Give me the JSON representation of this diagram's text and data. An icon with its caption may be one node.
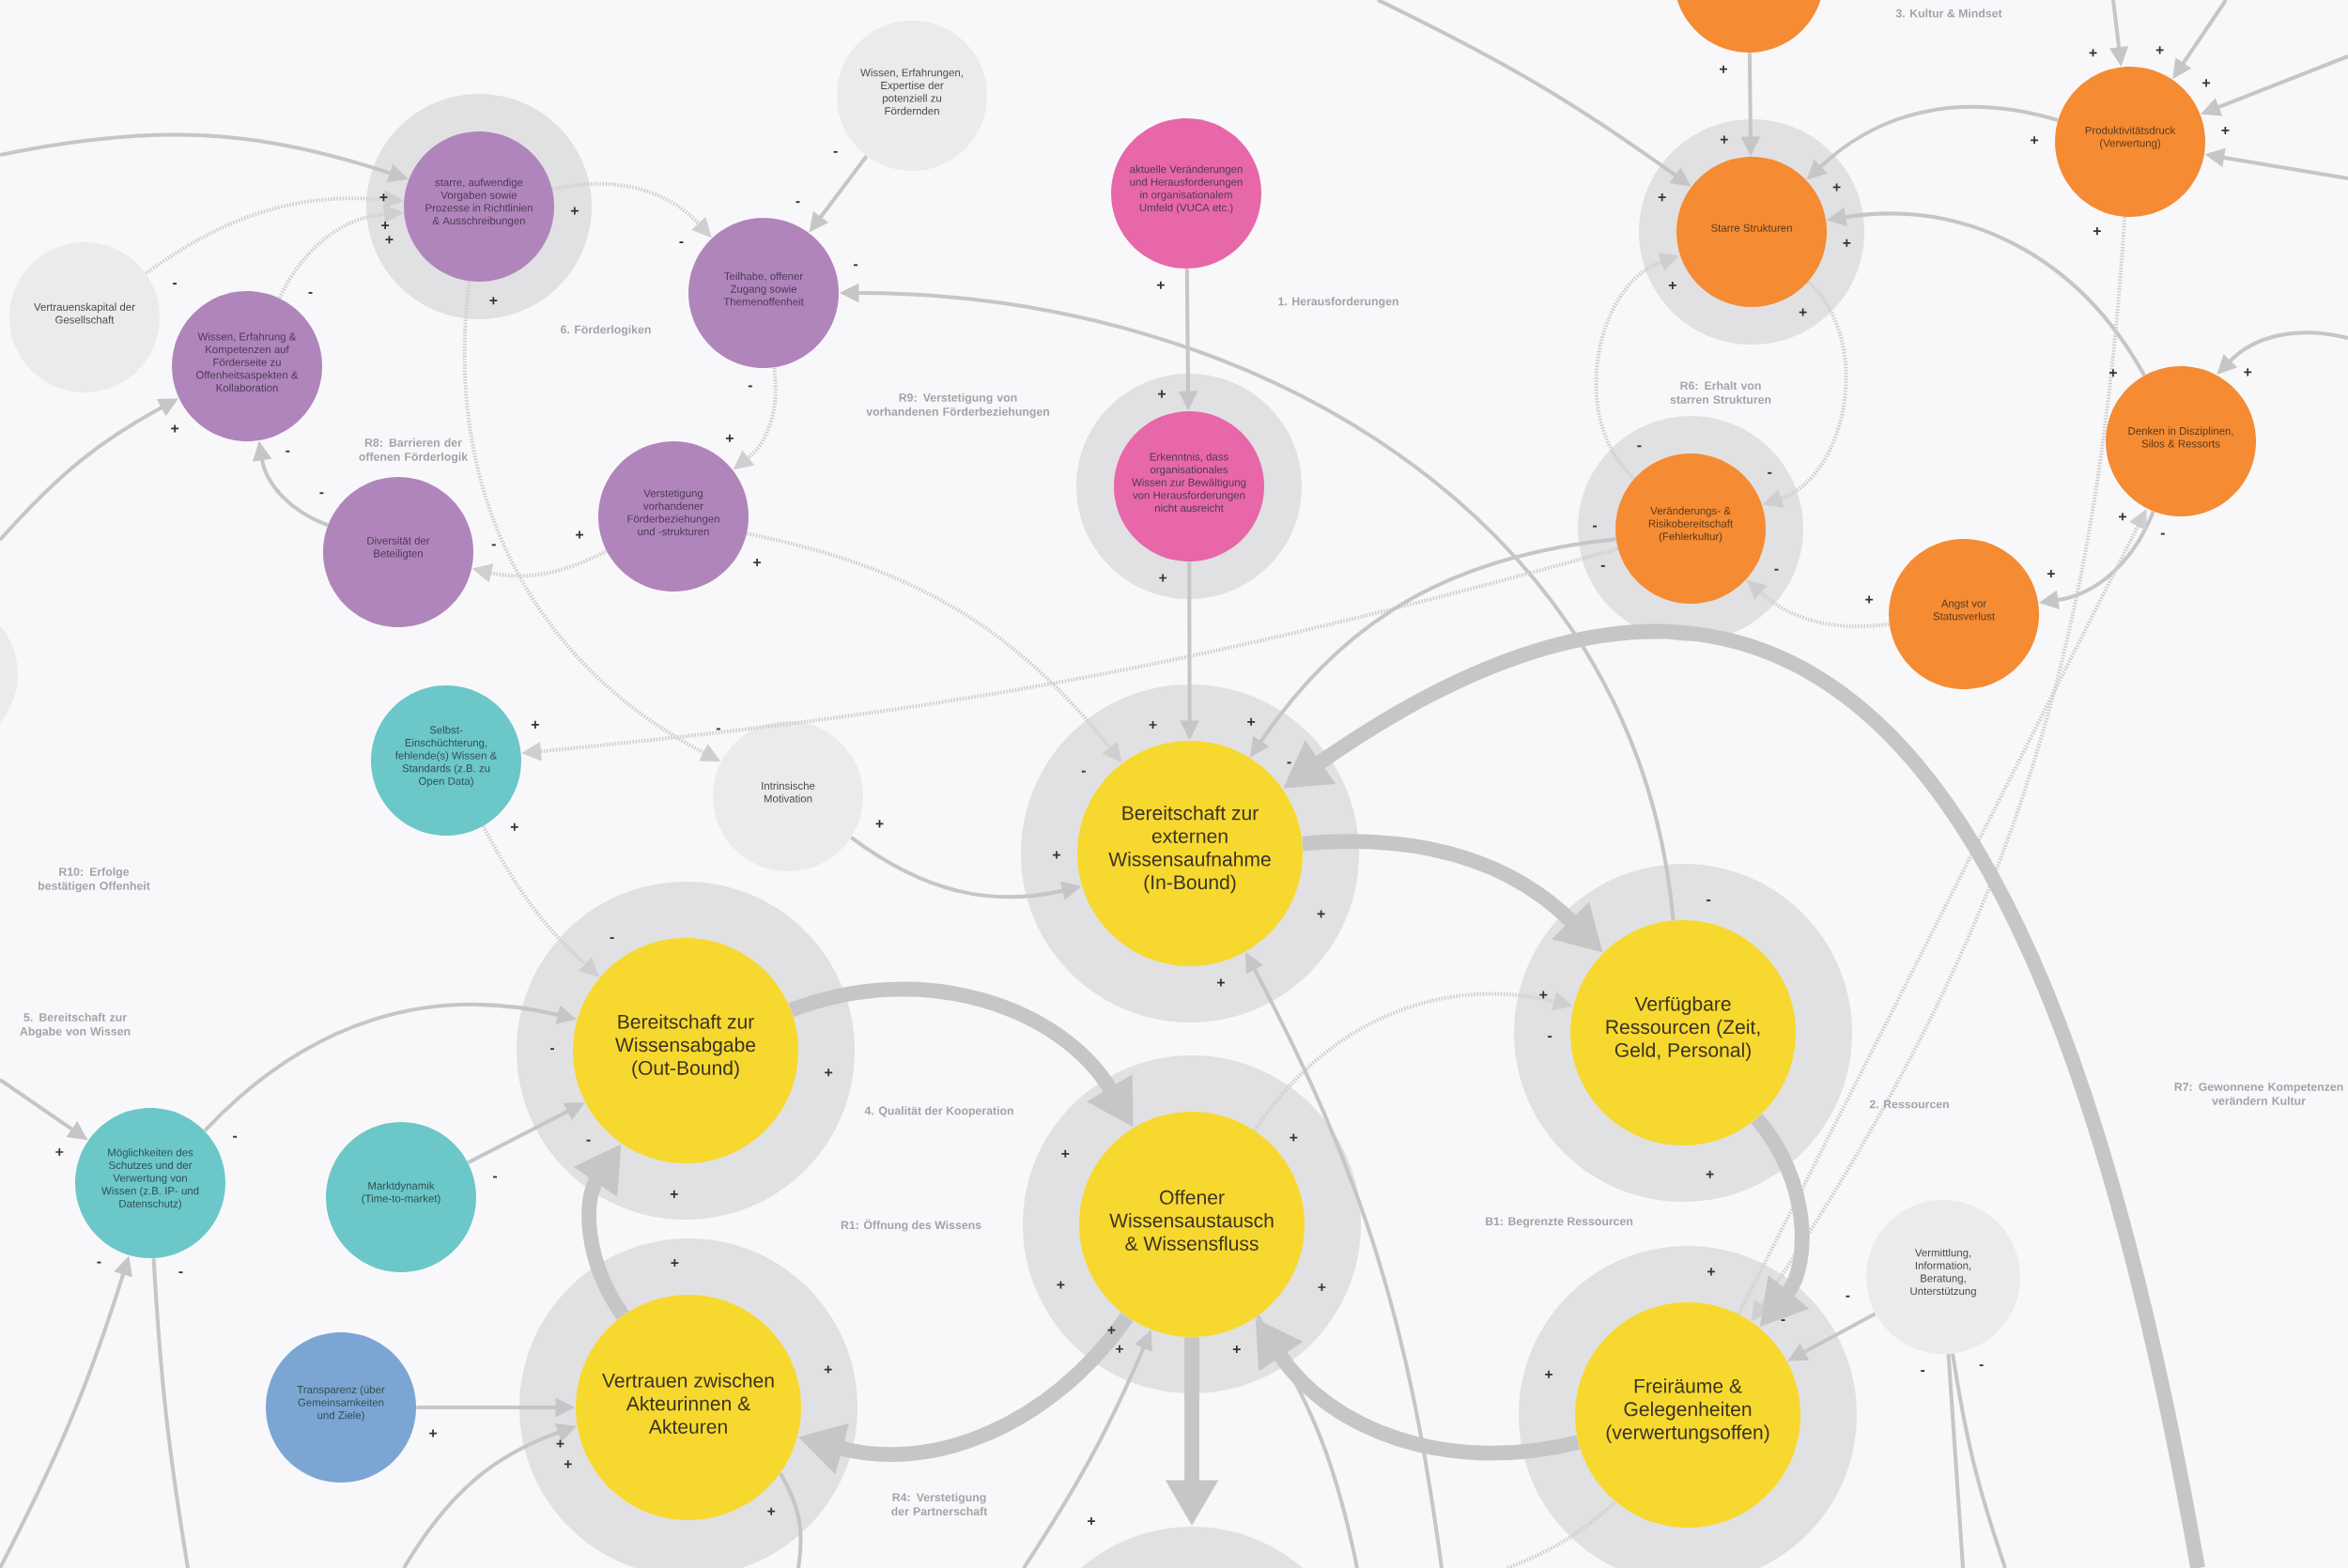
{
  "diagram": {
    "nodes": [
      {
        "text": [],
        "shape": "circle"
      },
      {
        "text": [
          "Wissen, Erfahrungen, Expertise der potenziell zu Fördernden"
        ]
      },
      {
        "text": [
          "Produktivitätsdruck (Verwertung)"
        ]
      },
      {
        "text": [
          "aktuelle Veränderungen und Herausforderungen in organisationalem Umfeld (VUCA etc.)"
        ]
      },
      {
        "text": [
          "starre, aufwendige Vorgaben sowie Prozesse in Richtlinien & Ausschreibungen"
        ]
      },
      {
        "text": [
          "Starre Strukturen"
        ]
      },
      {
        "text": [
          "Teilhabe, offener Zugang sowie Themenoffenheit"
        ]
      },
      {
        "text": [
          "Vertrauenskapital der Gesellschaft"
        ]
      },
      {
        "text": [
          "Wissen, Erfahrung & Kompetenzen auf Förderseite zu Offenheitsaspekten & Kollaboration"
        ]
      },
      {
        "text": [
          "Denken in Disziplinen, Silos & Ressorts"
        ]
      },
      {
        "text": [
          "Erkenntnis, dass organisationales Wissen zur Bewältigung von Herausforderungen nicht ausreicht"
        ]
      },
      {
        "text": [
          "Verstetigung vorhandener Förderbeziehungen und -strukturen"
        ]
      },
      {
        "text": [
          "Veränderungs- & Risikobereitschaft (Fehlerkultur)"
        ]
      },
      {
        "text": [
          "Diversität der Beteiligten"
        ]
      },
      {
        "text": [
          "Angst vor Statusverlust"
        ]
      },
      {
        "text": [
          "Selbst-Einschüchterung, fehlende(s) Wissen & Standards (z.B. zu Open Data)"
        ]
      },
      {
        "text": [
          "Intrinsische Motivation"
        ]
      },
      {
        "text": [
          "Bereitschaft zur externen Wissensaufnahme (In-Bound)"
        ]
      },
      {
        "text": [
          "Verfügbare Ressourcen (Zeit, Geld, Personal)"
        ]
      },
      {
        "text": [
          "Bereitschaft zur Wissensabgabe (Out-Bound)"
        ]
      },
      {
        "text": [
          "Möglichkeiten des Schutzes und der Verwertung von Wissen (z.B. IP- und Datenschutz)"
        ]
      },
      {
        "text": [
          "Marktdynamik (Time-to-market)"
        ]
      },
      {
        "text": [
          "Offener Wissensaustausch & Wissensfluss"
        ]
      },
      {
        "text": [
          "Vermittlung, Information, Beratung, Unterstützung"
        ]
      },
      {
        "text": [
          "Transparenz (über Gemeinsamkeiten und Ziele)"
        ]
      },
      {
        "text": [
          "Vertrauen zwischen Akteurinnen & Akteuren"
        ]
      },
      {
        "text": [
          "Freiräume & Gelegenheiten (verwertungsoffen)"
        ]
      },
      {
        "text": [],
        "shape": "circle"
      },
      {
        "text": [],
        "shape": "circle"
      }
    ],
    "edges": [
      {
        "from": null,
        "to": 4,
        "arrow": "to"
      },
      {
        "from": 7,
        "to": 4,
        "arrow": "to",
        "style": "dashed"
      },
      {
        "from": 8,
        "to": 4,
        "arrow": "to",
        "style": "dashed"
      },
      {
        "from": 4,
        "to": 6,
        "arrow": "to",
        "style": "dashed"
      },
      {
        "from": 1,
        "to": 6,
        "arrow": "to"
      },
      {
        "from": 6,
        "to": 11,
        "arrow": "to",
        "style": "dashed"
      },
      {
        "from": 11,
        "to": 13,
        "arrow": "to",
        "style": "dashed"
      },
      {
        "from": 13,
        "to": 8,
        "arrow": "to"
      },
      {
        "from": null,
        "to": 8,
        "arrow": "to"
      },
      {
        "from": 4,
        "to": 16,
        "arrow": "to",
        "style": "dashed"
      },
      {
        "from": 18,
        "to": 6,
        "arrow": "to"
      },
      {
        "from": 3,
        "to": 10,
        "arrow": "to"
      },
      {
        "from": 10,
        "to": 17,
        "arrow": "to"
      },
      {
        "from": 11,
        "to": 17,
        "arrow": "to",
        "style": "dashed"
      },
      {
        "from": 12,
        "to": 15,
        "arrow": "to",
        "style": "dashed"
      },
      {
        "from": 12,
        "to": 17,
        "arrow": "to"
      },
      {
        "from": 5,
        "to": 12,
        "arrow": "to",
        "style": "dashed"
      },
      {
        "from": 12,
        "to": 5,
        "arrow": "to",
        "style": "dashed"
      },
      {
        "from": 0,
        "to": 5,
        "arrow": "to"
      },
      {
        "from": null,
        "to": 5,
        "arrow": "to"
      },
      {
        "from": 2,
        "to": 5,
        "arrow": "to"
      },
      {
        "from": 9,
        "to": 5,
        "arrow": "to"
      },
      {
        "from": null,
        "to": 2,
        "arrow": "to"
      },
      {
        "from": null,
        "to": 2,
        "arrow": "to"
      },
      {
        "from": null,
        "to": 2,
        "arrow": "to"
      },
      {
        "from": null,
        "to": 2,
        "arrow": "to"
      },
      {
        "from": null,
        "to": 9,
        "arrow": "to"
      },
      {
        "from": 9,
        "to": 14,
        "arrow": "to"
      },
      {
        "from": 14,
        "to": 12,
        "arrow": "to",
        "style": "dashed"
      },
      {
        "from": 2,
        "to": 26,
        "arrow": "to",
        "style": "dashed"
      },
      {
        "from": 26,
        "to": 9,
        "arrow": "to",
        "style": "dashed"
      },
      {
        "from": 16,
        "to": 17,
        "arrow": "to"
      },
      {
        "from": 17,
        "to": 18,
        "arrow": "to",
        "style": "thick"
      },
      {
        "from": null,
        "to": 17,
        "arrow": "to",
        "style": "thick"
      },
      {
        "from": 19,
        "to": 22,
        "arrow": "to",
        "style": "thick"
      },
      {
        "from": 25,
        "to": 19,
        "arrow": "to",
        "style": "thick"
      },
      {
        "from": 22,
        "to": 25,
        "arrow": "to",
        "style": "thick"
      },
      {
        "from": 26,
        "to": 22,
        "arrow": "to",
        "style": "thick"
      },
      {
        "from": 18,
        "to": 26,
        "arrow": "to",
        "style": "thick"
      },
      {
        "from": 22,
        "to": 27,
        "arrow": "to",
        "style": "thick"
      },
      {
        "from": 15,
        "to": 19,
        "arrow": "to",
        "style": "dashed"
      },
      {
        "from": 20,
        "to": 19,
        "arrow": "to"
      },
      {
        "from": 21,
        "to": 19,
        "arrow": "to"
      },
      {
        "from": 24,
        "to": 25,
        "arrow": "to"
      },
      {
        "from": null,
        "to": 25,
        "arrow": "to"
      },
      {
        "from": 25,
        "to": null,
        "arrow": "none"
      },
      {
        "from": 23,
        "to": 26,
        "arrow": "to"
      },
      {
        "from": 23,
        "to": null,
        "arrow": "none"
      },
      {
        "from": 23,
        "to": null,
        "arrow": "none"
      },
      {
        "from": 22,
        "to": 18,
        "arrow": "to",
        "style": "dashed"
      },
      {
        "from": null,
        "to": 17,
        "arrow": "to"
      },
      {
        "from": null,
        "to": 22,
        "arrow": "to"
      },
      {
        "from": 22,
        "to": null,
        "arrow": "none"
      },
      {
        "from": null,
        "to": 20,
        "arrow": "to"
      },
      {
        "from": null,
        "to": 20,
        "arrow": "to"
      },
      {
        "from": 20,
        "to": null,
        "arrow": "none"
      },
      {
        "from": null,
        "to": 26,
        "arrow": "none",
        "style": "dashed"
      }
    ],
    "labels": [
      "3. Kultur & Mindset",
      "1. Herausforderungen",
      "6. Förderlogiken",
      "R8: Barrieren der offenen Förderlogik",
      "R6: Erhalt von starren Strukturen",
      "R9: Verstetigung von vorhandenen Förderbeziehungen",
      "R10: Erfolge bestätigen Offenheit",
      "5. Bereitschaft zur Abgabe von Wissen",
      "R7: Gewonnene Kompetenzen verändern Kultur",
      "2. Ressourcen",
      "4. Qualität der Kooperation",
      "B1: Begrenzte Ressourcen",
      "R1: Öffnung des Wissens",
      "R4: Verstetigung der Partnerschaft",
      "+",
      "-",
      "+",
      "-",
      "+",
      "+",
      "-",
      "-",
      "-",
      "-",
      "+",
      "+",
      "-",
      "-",
      "-",
      "+",
      "+",
      "-",
      "-",
      "-",
      "+",
      "+",
      "+",
      "+",
      "+",
      "-",
      "-",
      "+",
      "-",
      "-",
      "+",
      "-",
      "-",
      "+",
      "+",
      "+",
      "+",
      "+",
      "+",
      "+",
      "+",
      "+",
      "+",
      "+",
      "+",
      "+",
      "+",
      "+",
      "+",
      "-",
      "+",
      "-",
      "+",
      "+",
      "+",
      "+",
      "+",
      "+",
      "+",
      "+",
      "+",
      "+",
      "+",
      "+",
      "+",
      "+",
      "+",
      "+",
      "+",
      "+",
      "-",
      "-",
      "-",
      "-",
      "-",
      "+",
      "+",
      "+",
      "+",
      "-",
      "-",
      "-",
      "-",
      "+",
      "-",
      "+",
      "+",
      "+",
      "+",
      "-",
      "-"
    ]
  }
}
